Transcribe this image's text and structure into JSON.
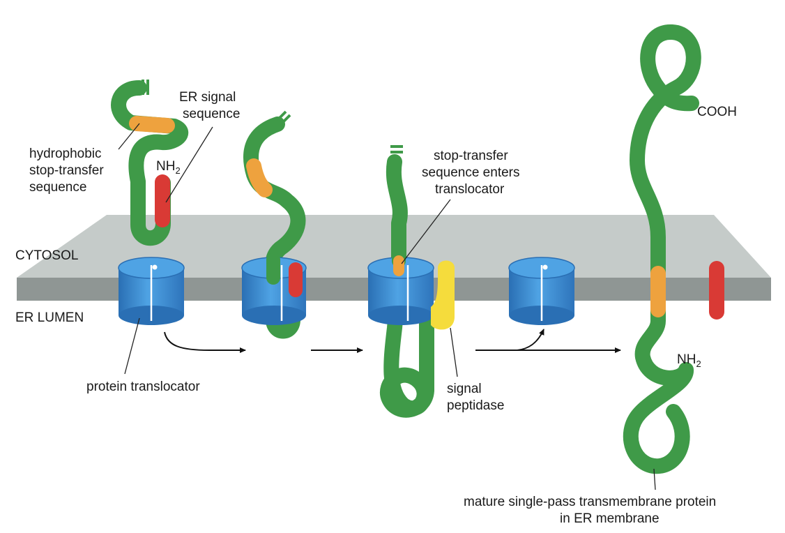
{
  "labels": {
    "er_signal_line1": "ER signal",
    "er_signal_line2": "sequence",
    "hydrophobic_line1": "hydrophobic",
    "hydrophobic_line2": "stop-transfer",
    "hydrophobic_line3": "sequence",
    "nh2_base": "NH",
    "nh2_sub": "2",
    "cytosol": "CYTOSOL",
    "er_lumen": "ER LUMEN",
    "protein_translocator": "protein translocator",
    "stop_transfer_line1": "stop-transfer",
    "stop_transfer_line2": "sequence enters",
    "stop_transfer_line3": "translocator",
    "signal_peptidase_line1": "signal",
    "signal_peptidase_line2": "peptidase",
    "cooh": "COOH",
    "mature_line1": "mature single-pass transmembrane protein",
    "mature_line2": "in ER membrane"
  },
  "colors": {
    "chain": "#3f9a48",
    "stop_transfer": "#eea23e",
    "signal_sequence": "#d93a35",
    "peptidase": "#f5dc3c",
    "translocator": "#3e8fd6",
    "membrane_top": "#c5cbc9",
    "membrane_edge": "#8f9694"
  }
}
